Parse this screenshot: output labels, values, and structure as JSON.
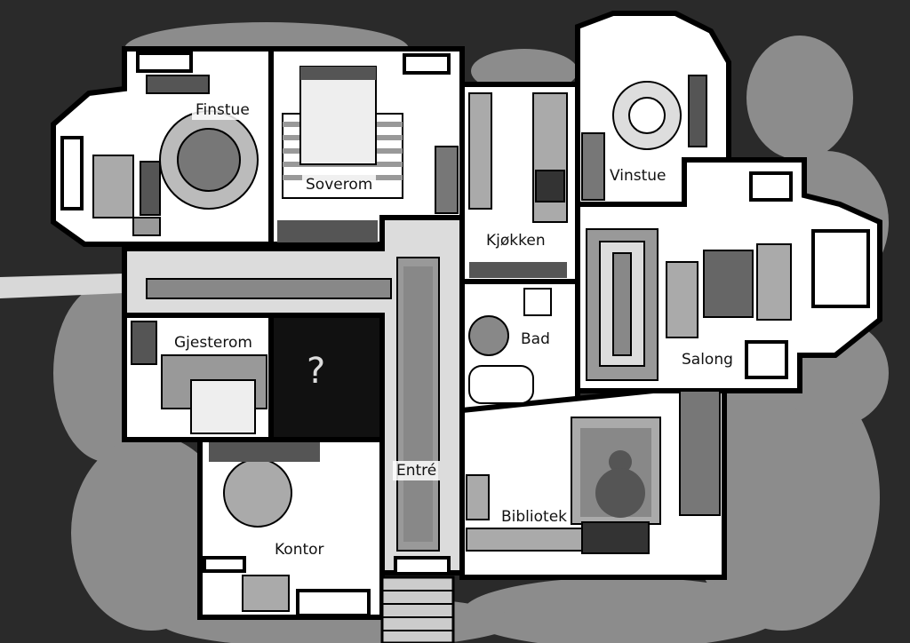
{
  "rooms": {
    "finstue": "Finstue",
    "soverom": "Soverom",
    "kjokken": "Kjøkken",
    "vinstue": "Vinstue",
    "salong": "Salong",
    "bad": "Bad",
    "gjesterom": "Gjesterom",
    "locked": "?",
    "entre": "Entré",
    "bibliotek": "Bibliotek",
    "kontor": "Kontor"
  },
  "colors": {
    "background": "#2a2a2a",
    "hedge": "#8c8c8c",
    "wall": "#000000",
    "floor": "#ffffff",
    "hall_floor": "#dcdcdc",
    "locked_room": "#111111"
  }
}
